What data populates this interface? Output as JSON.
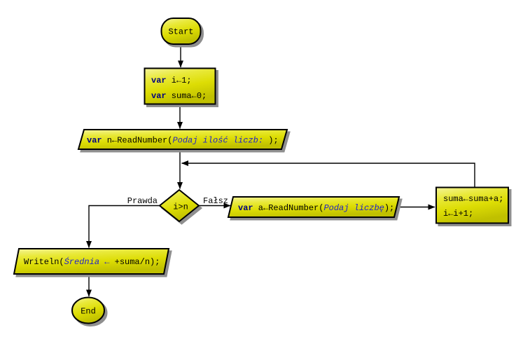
{
  "diagram": {
    "title": "flowchart-average-of-numbers",
    "colors": {
      "shape_fill": "#e2e218",
      "shape_fill_light": "#f4f49a",
      "shape_fill_dark": "#c0c000",
      "border": "#000000",
      "shadow": "#8f8f8f",
      "keyword": "#000080",
      "string_literal": "#2222cc",
      "text": "#000000",
      "background": "#ffffff"
    },
    "nodes": {
      "start": {
        "label": "Start"
      },
      "init": {
        "line1": {
          "keyword": "var",
          "code": " i←1;"
        },
        "line2": {
          "keyword": "var",
          "code": " suma←0;"
        }
      },
      "read_n": {
        "keyword": "var",
        "code_before": " n←ReadNumber(",
        "string": "Podaj ilość liczb: ",
        "code_after": ");"
      },
      "decision": {
        "condition": "i>n",
        "true_label": "Prawda",
        "false_label": "Fałsz"
      },
      "read_a": {
        "keyword": "var",
        "code_before": " a←ReadNumber(",
        "string": "Podaj liczbę",
        "code_after": ");"
      },
      "accumulate": {
        "line1": "suma←suma+a;",
        "line2": "i←i+1;"
      },
      "output": {
        "code_before": "Writeln(",
        "string": "Średnia ← ",
        "code_after": "+suma/n);"
      },
      "end": {
        "label": "End"
      }
    }
  }
}
